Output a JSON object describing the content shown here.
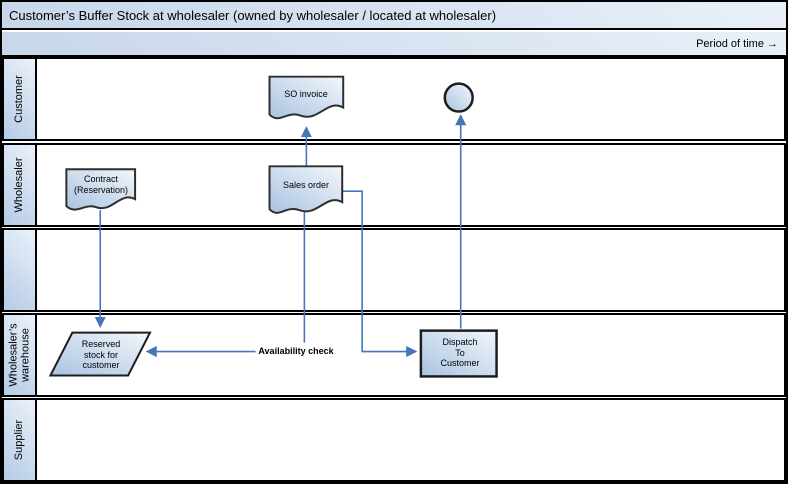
{
  "title": "Customer’s Buffer Stock at wholesaler (owned by wholesaler / located at wholesaler)",
  "period_label": "Period of time →",
  "lanes": [
    {
      "label": "Customer"
    },
    {
      "label": "Wholesaler"
    },
    {
      "label": ""
    },
    {
      "label": "Wholesaler’s\nwarehouse"
    },
    {
      "label": "Supplier"
    }
  ],
  "shapes": {
    "so_invoice": {
      "type": "document",
      "label": "SO invoice",
      "lane": "Customer"
    },
    "end_event": {
      "type": "circle",
      "label": "",
      "lane": "Customer"
    },
    "contract": {
      "type": "document",
      "label": "Contract\n(Reservation)",
      "lane": "Wholesaler"
    },
    "sales_order": {
      "type": "document",
      "label": "Sales order",
      "lane": "Wholesaler"
    },
    "reserved_stock": {
      "type": "parallelogram",
      "label": "Reserved\nstock for\ncustomer",
      "lane": "Wholesaler’s warehouse"
    },
    "dispatch": {
      "type": "rectangle",
      "label": "Dispatch\nTo\nCustomer",
      "lane": "Wholesaler’s warehouse"
    }
  },
  "connectors": {
    "availability_check_label": "Availability check",
    "flows": [
      {
        "from": "contract",
        "to": "reserved_stock"
      },
      {
        "from": "sales_order",
        "to": "so_invoice"
      },
      {
        "from": "sales_order",
        "to": "reserved_stock",
        "label": "Availability check"
      },
      {
        "from": "sales_order",
        "to": "dispatch"
      },
      {
        "from": "dispatch",
        "to": "end_event"
      }
    ]
  },
  "colors": {
    "connector": "#4576b9",
    "shape_border": "#2e2e2e",
    "shape_fill_dark": "#aac3e0",
    "shape_fill_light": "#f2f7fc",
    "band_fill_dark": "#c7d6ea",
    "band_fill_light": "#e9f0f8",
    "lane_border": "#000000"
  }
}
